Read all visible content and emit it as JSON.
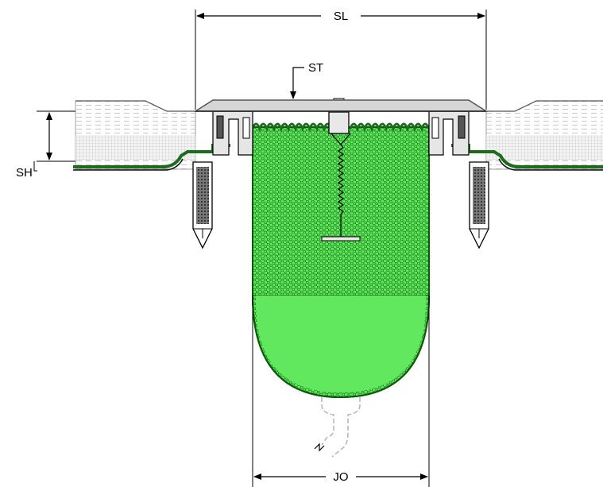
{
  "dimensions": {
    "sl_label": "SL",
    "st_label": "ST",
    "sh_label": "SH",
    "jo_label": "JO"
  },
  "colors": {
    "foam_fill": "#62e85e",
    "foam_edge": "#0b5a0b",
    "membrane": "#1d6b1d",
    "cover_plate": "#d6d6d6",
    "cover_outline": "#555555",
    "substrate_hatch": "#bdbdbd",
    "anchor_dark": "#333333",
    "drain_ghost": "#b5b5b5"
  }
}
